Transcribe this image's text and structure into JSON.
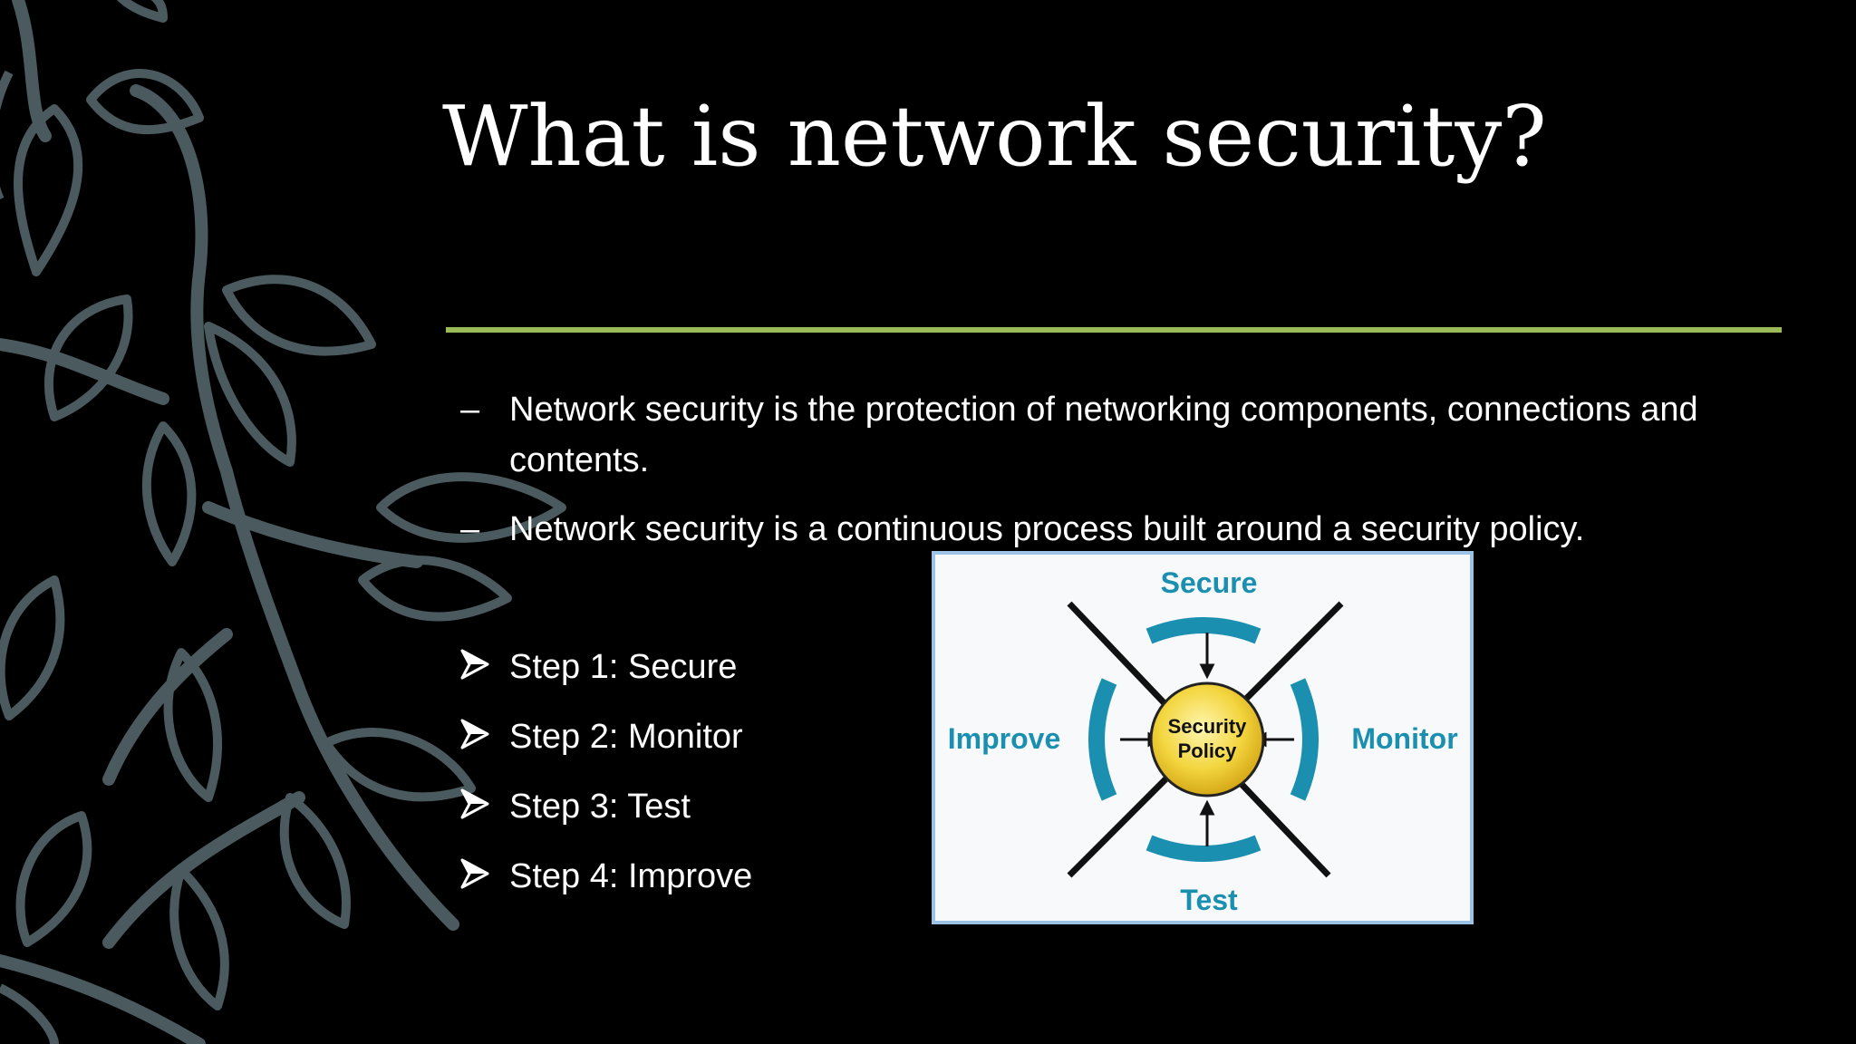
{
  "slide": {
    "title": "What is network security?",
    "accent_color": "#9bbb59",
    "background_color": "#000000",
    "decoration_color": "#4a5a5e"
  },
  "bullets": [
    {
      "marker": "–",
      "text": "Network security is the protection of networking components, connections and contents."
    },
    {
      "marker": "–",
      "text": "Network security is a continuous process built around a security policy."
    }
  ],
  "steps": [
    {
      "icon": "arrow-bullet-icon",
      "text": "Step 1: Secure"
    },
    {
      "icon": "arrow-bullet-icon",
      "text": "Step 2: Monitor"
    },
    {
      "icon": "arrow-bullet-icon",
      "text": "Step 3: Test"
    },
    {
      "icon": "arrow-bullet-icon",
      "text": "Step 4: Improve"
    }
  ],
  "diagram": {
    "center_line1": "Security",
    "center_line2": "Policy",
    "top": "Secure",
    "right": "Monitor",
    "bottom": "Test",
    "left": "Improve",
    "label_color": "#1a8fb0",
    "center_color": "#f3d640"
  }
}
